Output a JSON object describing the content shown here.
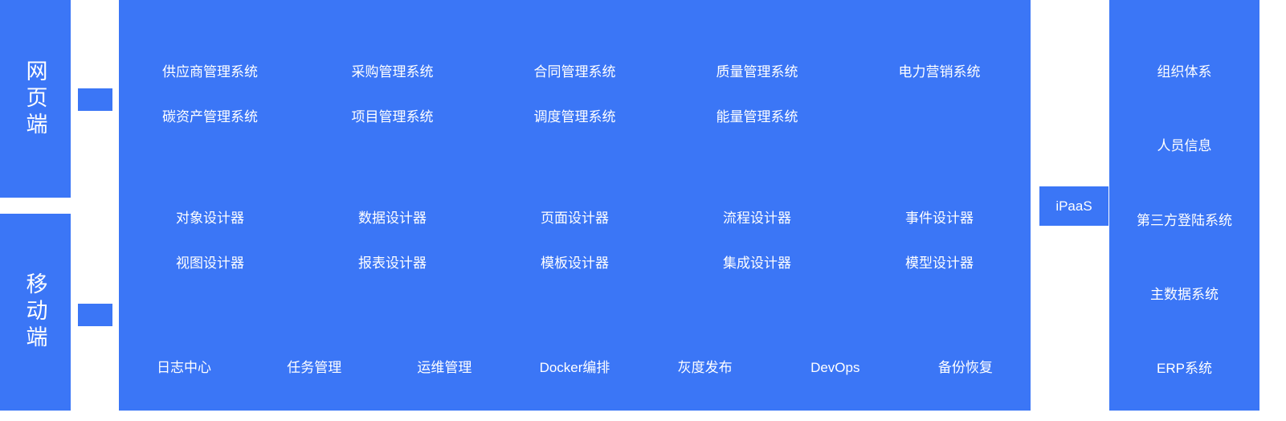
{
  "colors": {
    "primary": "#3b76f6",
    "text_on_primary": "#ffffff",
    "background": "#ffffff"
  },
  "left": {
    "web_label": "网页端",
    "mobile_label": "移动端"
  },
  "main": {
    "apps": {
      "row1": [
        "供应商管理系统",
        "采购管理系统",
        "合同管理系统",
        "质量管理系统",
        "电力营销系统"
      ],
      "row2": [
        "碳资产管理系统",
        "项目管理系统",
        "调度管理系统",
        "能量管理系统"
      ]
    },
    "designers": {
      "row1": [
        "对象设计器",
        "数据设计器",
        "页面设计器",
        "流程设计器",
        "事件设计器"
      ],
      "row2": [
        "视图设计器",
        "报表设计器",
        "模板设计器",
        "集成设计器",
        "模型设计器"
      ]
    },
    "ops": [
      "日志中心",
      "任务管理",
      "运维管理",
      "Docker编排",
      "灰度发布",
      "DevOps",
      "备份恢复"
    ]
  },
  "ipaas": {
    "label": "iPaaS"
  },
  "right": {
    "items": [
      "组织体系",
      "人员信息",
      "第三方登陆系统",
      "主数据系统",
      "ERP系统"
    ]
  }
}
